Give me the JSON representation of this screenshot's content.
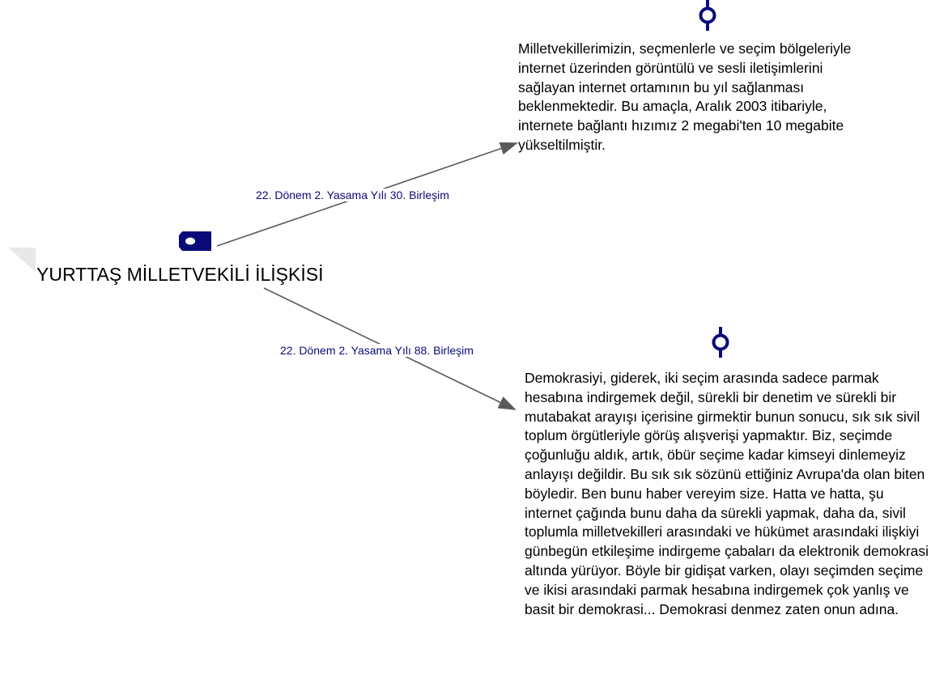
{
  "root": {
    "title": "YURTTAŞ MİLLETVEKİLİ İLİŞKİSİ",
    "icon": "tag-icon"
  },
  "links": [
    {
      "label": "22. Dönem 2. Yasama Yılı 30. Birleşim",
      "quote": "Milletvekillerimizin, seçmenlerle ve seçim bölgeleriyle internet üzerinden görüntülü ve sesli iletişimlerini sağlayan internet ortamının bu yıl sağlanması beklenmektedir. Bu amaçla, Aralık 2003 itibariyle, internete bağlantı hızımız 2 megabi'ten 10 megabite yükseltilmiştir.",
      "icon": "pin-icon"
    },
    {
      "label": "22. Dönem 2. Yasama Yılı 88. Birleşim",
      "quote": "Demokrasiyi, giderek, iki seçim arasında sadece parmak hesabına indirgemek değil, sürekli bir denetim ve sürekli bir mutabakat arayışı içerisine girmektir bunun sonucu, sık sık sivil toplum örgütleriyle görüş alışverişi yapmaktır. Biz, seçimde çoğunluğu aldık, artık, öbür seçime kadar kimseyi dinlemeyiz anlayışı değildir. Bu sık sık sözünü ettiğiniz Avrupa'da olan biten böyledir. Ben bunu haber vereyim size. Hatta ve hatta, şu internet çağında bunu daha da sürekli yapmak, daha da, sivil toplumla milletvekilleri arasındaki ve hükümet arasındaki ilişkiyi günbegün etkileşime indirgeme çabaları da elektronik demokrasi altında yürüyor. Böyle bir gidişat varken, olayı seçimden seçime ve ikisi arasındaki parmak hesabına indirgemek çok yanlış ve basit bir demokrasi... Demokrasi denmez zaten onun adına.",
      "icon": "pin-icon"
    }
  ],
  "colors": {
    "accent": "#0a0a78",
    "connector": "#5a5a5a",
    "text": "#000000",
    "corner": "#e8e8e8"
  }
}
